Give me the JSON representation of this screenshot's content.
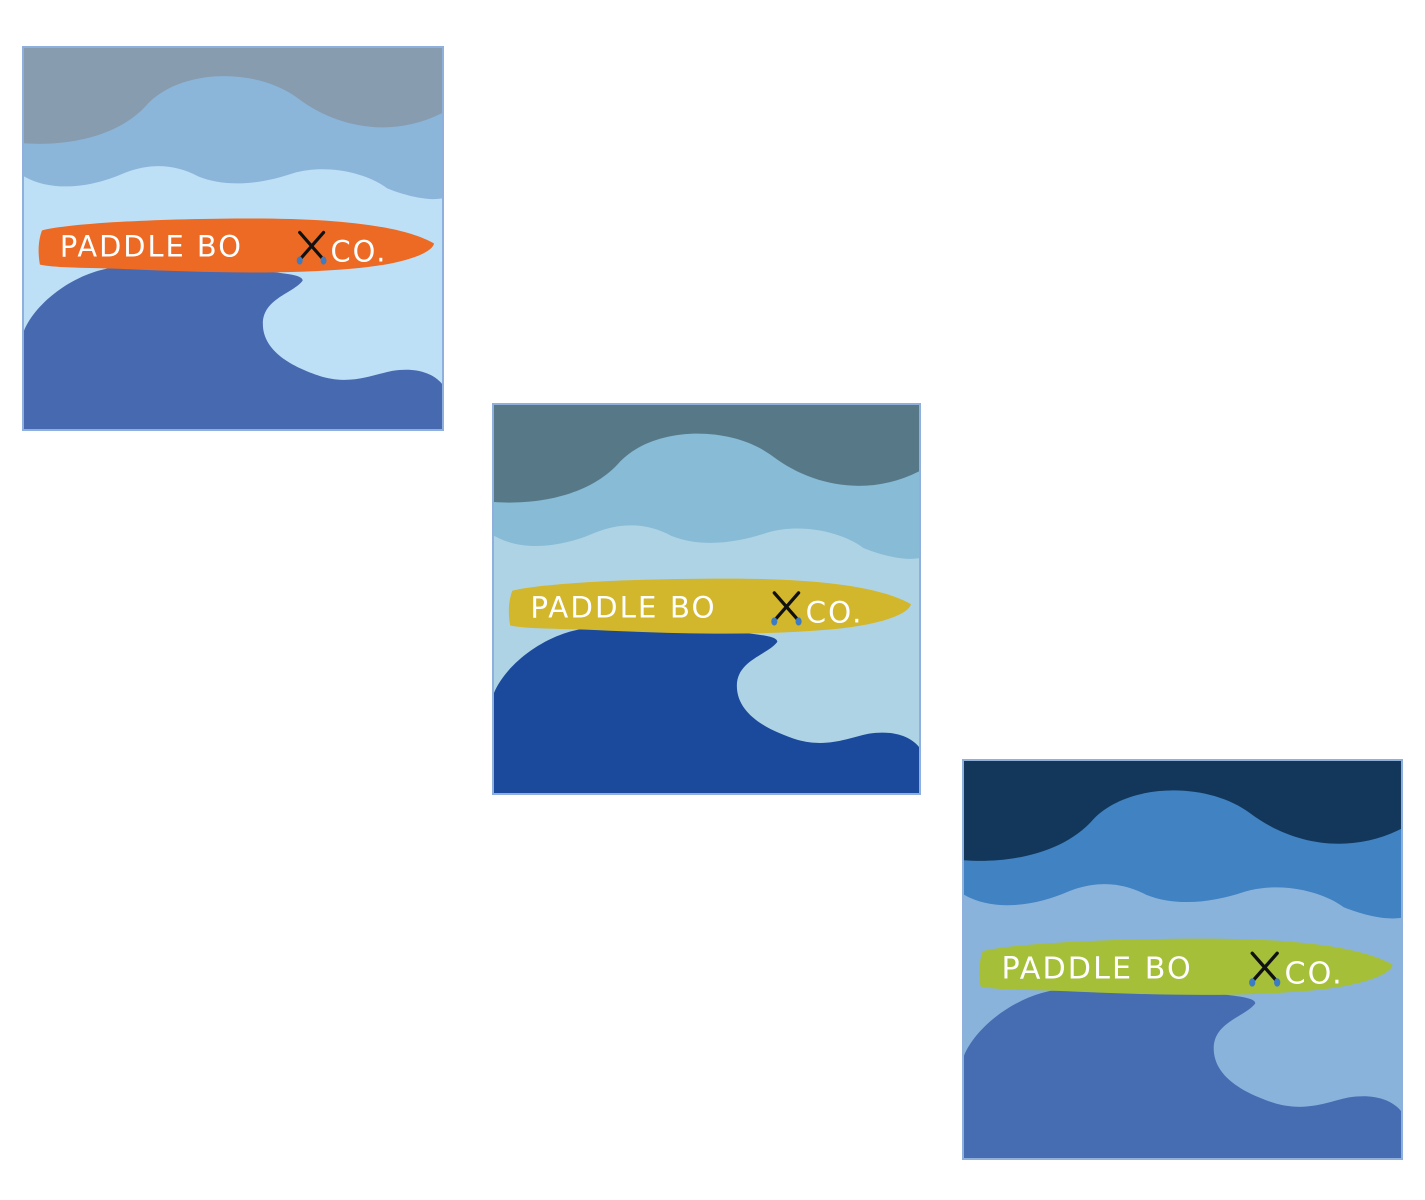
{
  "variants": [
    {
      "logo_main": "PADDLE BO",
      "logo_suffix": "CO.",
      "colors": {
        "sky": "#879cae",
        "far_wave": "#8cb5da",
        "mid_wave": "#bde0f6",
        "front_wave": "#4669b0",
        "board": "#ec6a24"
      }
    },
    {
      "logo_main": "PADDLE BO",
      "logo_suffix": "CO.",
      "colors": {
        "sky": "#577987",
        "far_wave": "#88bbd6",
        "mid_wave": "#aed3e4",
        "front_wave": "#1b4a9c",
        "board": "#d2b62b"
      }
    },
    {
      "logo_main": "PADDLE BO",
      "logo_suffix": "CO.",
      "colors": {
        "sky": "#12375a",
        "far_wave": "#4082c2",
        "mid_wave": "#8ab3dc",
        "front_wave": "#466db2",
        "board": "#a5bf39"
      }
    }
  ],
  "icons": {
    "crossed_paddles": "crossed-paddles-icon"
  },
  "paddle_colors": {
    "shaft": "#111111",
    "blade": "#3c7cc4"
  }
}
